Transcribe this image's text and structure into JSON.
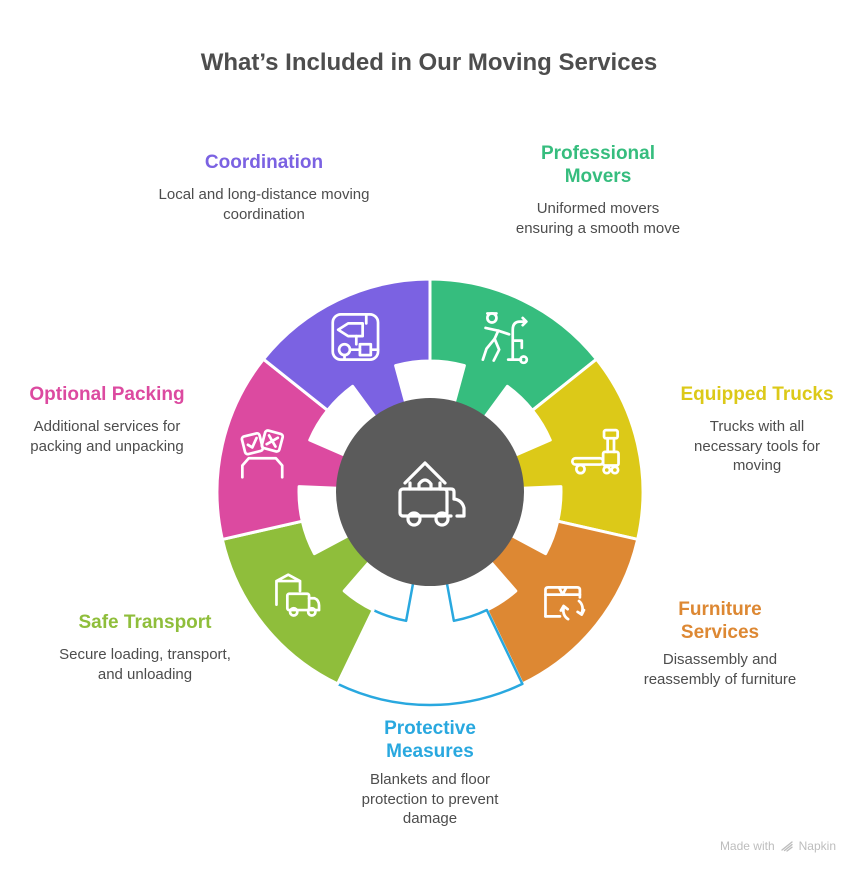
{
  "title": "What’s Included in Our Moving Services",
  "colors": {
    "title_text": "#4d4d4d",
    "desc_text": "#4d4d4d",
    "center_circle": "#5b5b5b",
    "icon_stroke": "#ffffff",
    "footer_text": "#bdbdbd"
  },
  "center": {
    "icon": "moving-truck-house-icon"
  },
  "segments": [
    {
      "id": "professional-movers",
      "label": "Professional Movers",
      "desc": "Uniformed movers ensuring a smooth move",
      "color": "#36bd7e",
      "icon": "mover-hand-truck-icon",
      "style": "filled"
    },
    {
      "id": "equipped-trucks",
      "label": "Equipped Trucks",
      "desc": "Trucks with all necessary tools for moving",
      "color": "#dcc918",
      "icon": "pallet-jack-icon",
      "style": "filled"
    },
    {
      "id": "furniture-services",
      "label": "Furniture Services",
      "desc": "Disassembly and reassembly of furniture",
      "color": "#dd8833",
      "icon": "box-recycle-icon",
      "style": "filled"
    },
    {
      "id": "protective-measures",
      "label": "Protective Measures",
      "desc": "Blankets and floor protection to prevent damage",
      "color": "#29a8df",
      "icon": null,
      "style": "outlined"
    },
    {
      "id": "safe-transport",
      "label": "Safe Transport",
      "desc": "Secure loading, transport, and unloading",
      "color": "#8fbe3b",
      "icon": "box-delivery-truck-icon",
      "style": "filled"
    },
    {
      "id": "optional-packing",
      "label": "Optional Packing",
      "desc": "Additional services for packing and unpacking",
      "color": "#dc4aa0",
      "icon": "check-x-cards-box-icon",
      "style": "filled"
    },
    {
      "id": "coordination",
      "label": "Coordination",
      "desc": "Local and long-distance moving coordination",
      "color": "#7b62e2",
      "icon": "floor-plan-map-icon",
      "style": "filled"
    }
  ],
  "footer": {
    "made_with": "Made with",
    "brand": "Napkin"
  }
}
